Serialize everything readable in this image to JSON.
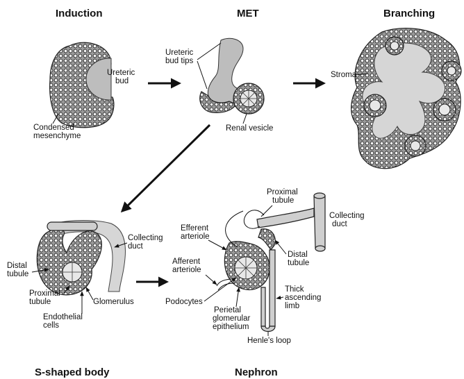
{
  "stages": {
    "induction": "Induction",
    "met": "MET",
    "branching": "Branching",
    "s_shaped": "S-shaped body",
    "nephron": "Nephron"
  },
  "labels": {
    "ureteric_bud_1": "Ureteric",
    "ureteric_bud_2": "bud",
    "condensed_1": "Condensed",
    "condensed_2": "mesenchyme",
    "bud_tips_1": "Ureteric",
    "bud_tips_2": "bud tips",
    "renal_vesicle": "Renal vesicle",
    "stroma": "Stroma",
    "collecting_duct_s_1": "Collecting",
    "collecting_duct_s_2": "duct",
    "distal_s_1": "Distal",
    "distal_s_2": "tubule",
    "proximal_s_1": "Proximal",
    "proximal_s_2": "tubule",
    "glomerulus": "Glomerulus",
    "endothelial_1": "Endothelial",
    "endothelial_2": "cells",
    "proximal_n_1": "Proximal",
    "proximal_n_2": "tubule",
    "collecting_duct_n_1": "Collecting",
    "collecting_duct_n_2": "duct",
    "efferent_1": "Efferent",
    "efferent_2": "arteriole",
    "distal_n_1": "Distal",
    "distal_n_2": "tubule",
    "afferent_1": "Afferent",
    "afferent_2": "arteriole",
    "podocytes": "Podocytes",
    "perietal_1": "Perietal",
    "perietal_2": "glomerular",
    "perietal_3": "epithelium",
    "thick_1": "Thick",
    "thick_2": "ascending",
    "thick_3": "limb",
    "henle": "Henle's loop"
  }
}
